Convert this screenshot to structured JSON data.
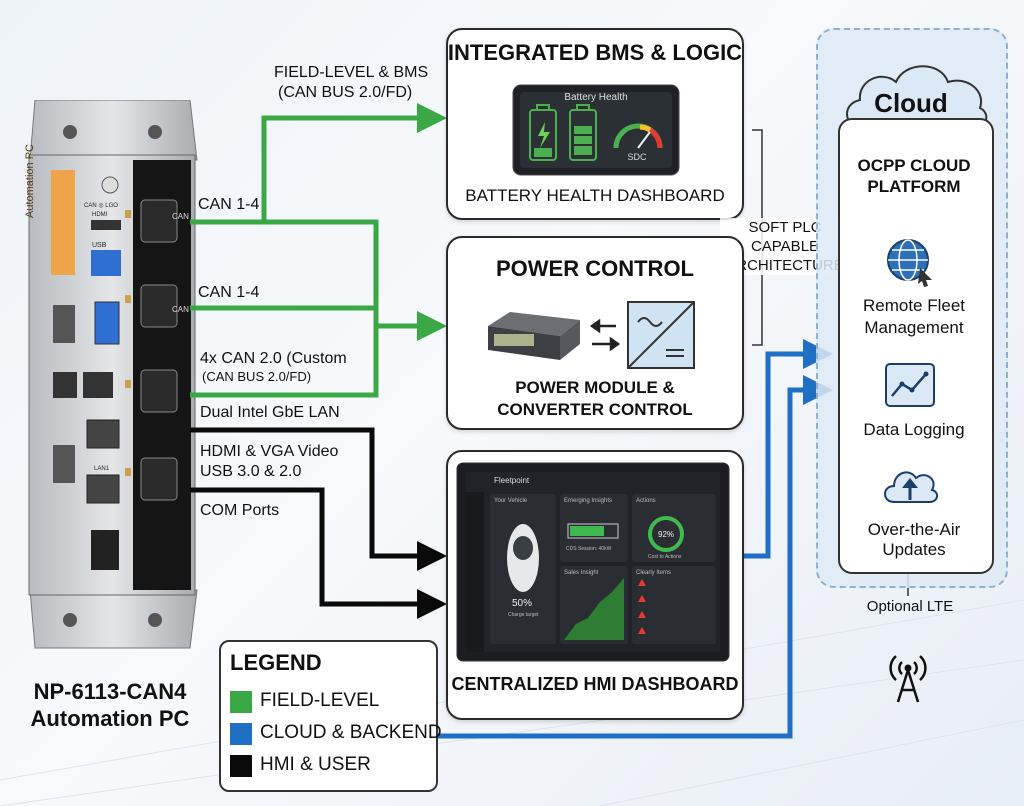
{
  "device": {
    "side_label": "Automation PC",
    "title_line1": "NP-6113-CAN4",
    "title_line2": "Automation PC",
    "port_labels": {
      "can_top": "CAN",
      "can_logo": "CAN ◎ LGO",
      "hdmi": "HDMI",
      "usb": "USB",
      "lan1": "LAN1",
      "can_right": "CAN"
    }
  },
  "connections": {
    "field_bms_line1": "FIELD-LEVEL & BMS",
    "field_bms_line2": "(CAN BUS 2.0/FD)",
    "can_1_4_a": "CAN 1-4",
    "can_1_4_b": "CAN 1-4",
    "can_custom_line1": "4x CAN 2.0 (Custom",
    "can_custom_line2": "(CAN BUS 2.0/FD)",
    "dual_lan": "Dual Intel GbE LAN",
    "hdmi_vga": "HDMI & VGA Video",
    "usb": "USB 3.0 & 2.0",
    "com": "COM Ports"
  },
  "bms_card": {
    "title": "INTEGRATED BMS & LOGIC",
    "screen_title": "Battery Health",
    "gauge_label": "SDC",
    "caption": "BATTERY HEALTH DASHBOARD"
  },
  "soft_plc": {
    "line1": "SOFT PLC",
    "line2": "CAPABLE",
    "line3": "ARCHITECTURE"
  },
  "power_card": {
    "title": "POWER CONTROL",
    "caption_line1": "POWER MODULE &",
    "caption_line2": "CONVERTER CONTROL"
  },
  "hmi_card": {
    "caption": "CENTRALIZED HMI DASHBOARD",
    "screen": {
      "app_name": "Fleetpoint",
      "panel1_title": "Your Vehicle",
      "panel1_value": "50%",
      "panel1_sub": "Charge target",
      "panel2_title": "Emerging Insights",
      "panel2_sub": "CDS Session: 40kW",
      "panel3_title": "Actions",
      "panel3_value": "92%",
      "panel3_sub": "Cost to Actions",
      "panel4_title": "Sales Insight",
      "panel5_title": "Clearly Items"
    }
  },
  "cloud": {
    "title": "Cloud",
    "platform_line1": "OCPP CLOUD",
    "platform_line2": "PLATFORM",
    "item1_line1": "Remote Fleet",
    "item1_line2": "Management",
    "item2": "Data Logging",
    "item3_line1": "Over-the-Air",
    "item3_line2": "Updates",
    "lte": "Optional LTE"
  },
  "legend": {
    "title": "LEGEND",
    "items": [
      "FIELD-LEVEL",
      "CLOUD & BACKEND",
      "HMI & USER"
    ]
  },
  "colors": {
    "field_level": "#3aa845",
    "cloud_backend": "#1f6fc4",
    "hmi_user": "#0a0a0a"
  },
  "icons": {
    "globe": "globe-icon",
    "chart": "line-chart-icon",
    "upload": "cloud-upload-icon",
    "antenna": "antenna-icon"
  }
}
